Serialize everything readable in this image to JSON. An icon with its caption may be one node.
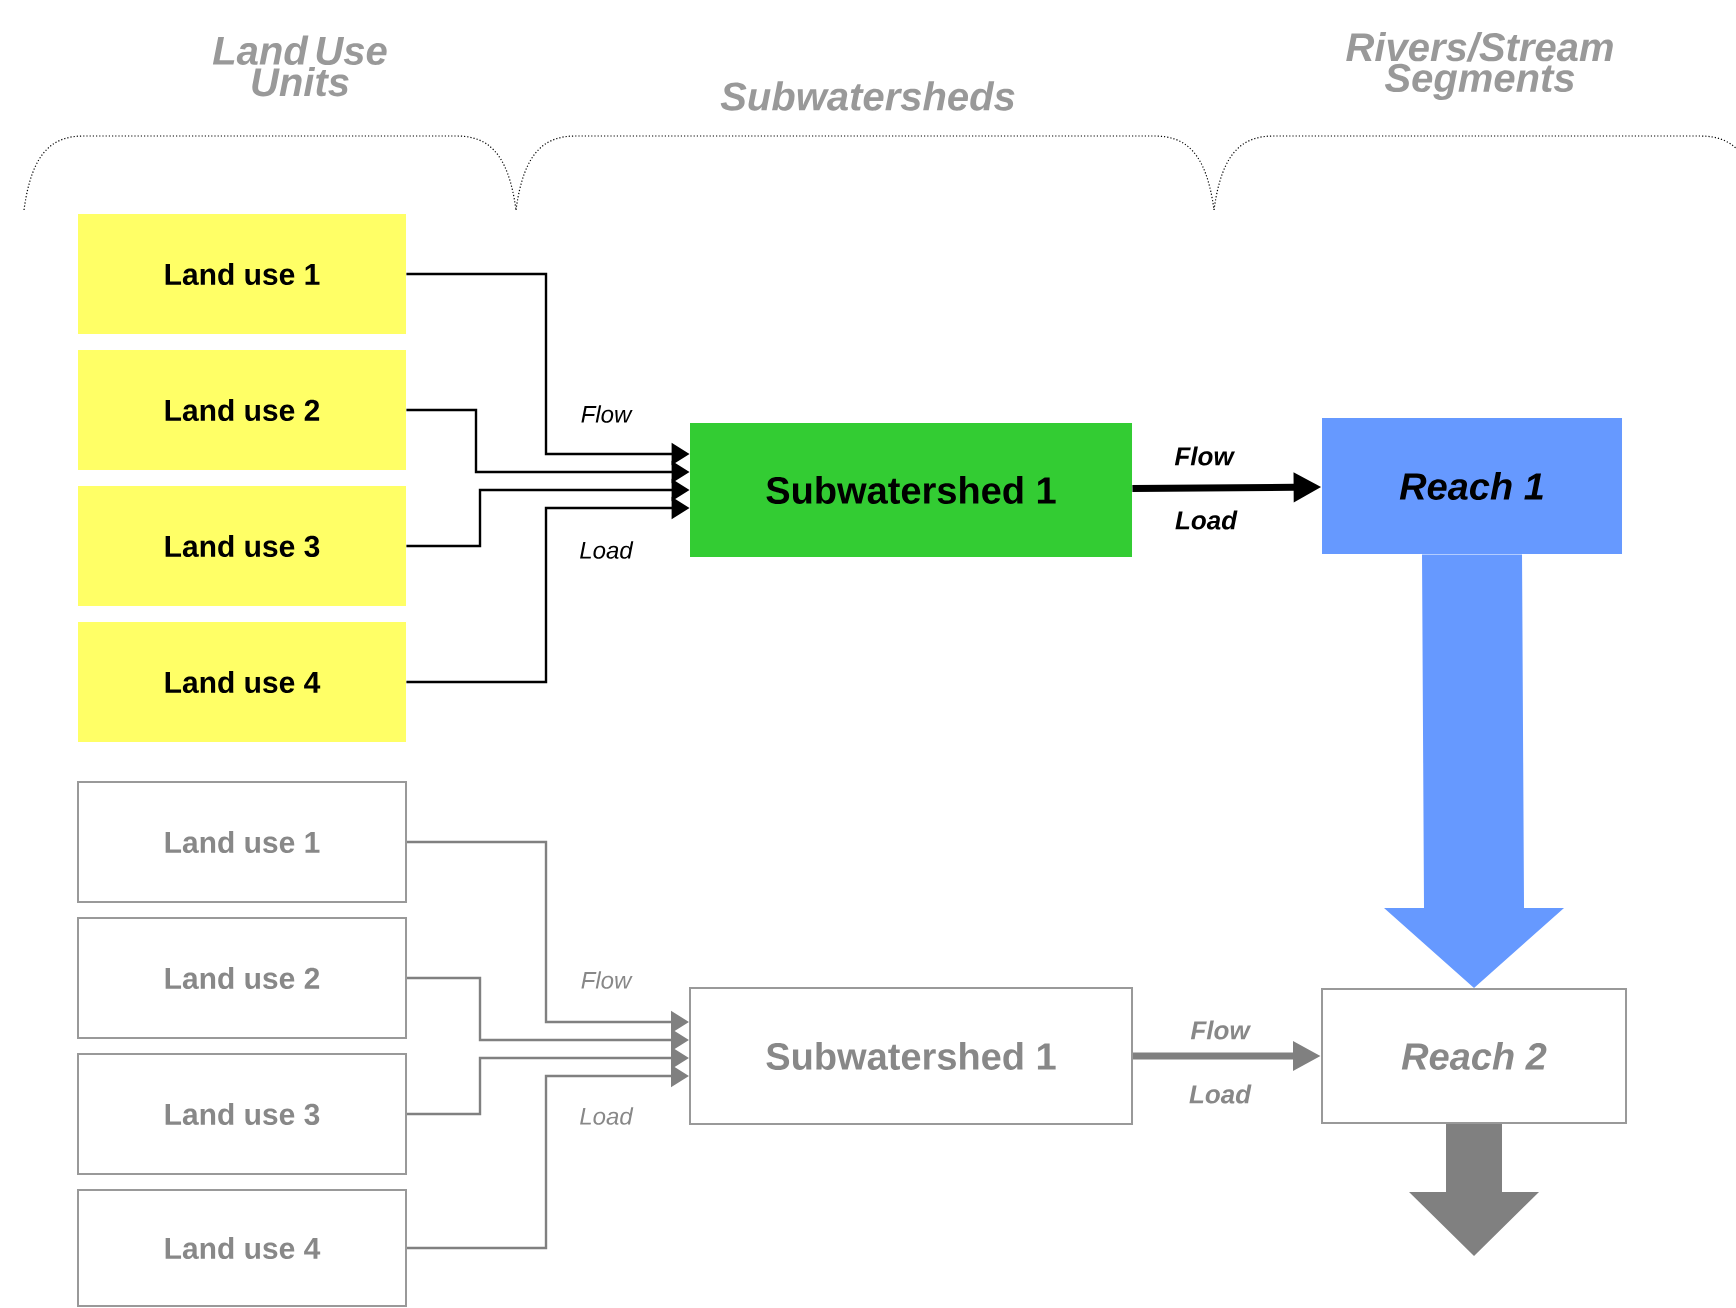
{
  "diagram": {
    "nodes": [
      {
        "text": [
          "Land use 1"
        ]
      },
      {
        "text": [
          "Land use 2"
        ]
      },
      {
        "text": [
          "Land use 3"
        ]
      },
      {
        "text": [
          "Land use 4"
        ]
      },
      {
        "text": [
          "Subwatershed 1"
        ]
      },
      {
        "text": [
          "Reach 1"
        ]
      },
      {
        "text": [
          "Land use 1"
        ]
      },
      {
        "text": [
          "Land use 2"
        ]
      },
      {
        "text": [
          "Land use 3"
        ]
      },
      {
        "text": [
          "Land use 4"
        ]
      },
      {
        "text": [
          "Subwatershed 1"
        ]
      },
      {
        "text": [
          "Reach 2"
        ]
      }
    ],
    "edges": [
      {
        "from": 0,
        "to": 4,
        "arrow": "to",
        "color": "#000000"
      },
      {
        "from": 1,
        "to": 4,
        "arrow": "to",
        "color": "#000000"
      },
      {
        "from": 2,
        "to": 4,
        "arrow": "to",
        "color": "#000000"
      },
      {
        "from": 3,
        "to": 4,
        "arrow": "to",
        "color": "#000000"
      },
      {
        "from": 4,
        "to": 5,
        "arrow": "to",
        "style": "thick",
        "color": "#000000"
      },
      {
        "from": 5,
        "to": 11,
        "arrow": "to",
        "style": "thick",
        "color": "#6699ff"
      },
      {
        "from": 6,
        "to": 10,
        "arrow": "to",
        "color": "#808080"
      },
      {
        "from": 7,
        "to": 10,
        "arrow": "to",
        "color": "#808080"
      },
      {
        "from": 8,
        "to": 10,
        "arrow": "to",
        "color": "#808080"
      },
      {
        "from": 9,
        "to": 10,
        "arrow": "to",
        "color": "#808080"
      },
      {
        "from": 10,
        "to": 11,
        "arrow": "to",
        "style": "thick",
        "color": "#808080"
      },
      {
        "from": 11,
        "to": null,
        "arrow": "to",
        "style": "thick",
        "color": "#808080"
      }
    ],
    "labels": [
      "Land Use Units",
      "Subwatersheds",
      "Rivers/Stream Segments",
      "Flow",
      "Flow",
      "Load",
      "Load",
      "Flow",
      "Flow",
      "Load",
      "Load"
    ]
  }
}
